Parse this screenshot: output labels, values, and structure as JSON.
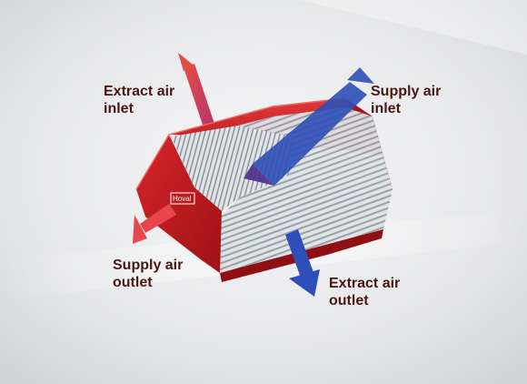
{
  "labels": {
    "extract_inlet": [
      "Extract air",
      "inlet"
    ],
    "supply_inlet": [
      "Supply air",
      "inlet"
    ],
    "supply_outlet": [
      "Supply air",
      "outlet"
    ],
    "extract_outlet": [
      "Extract air",
      "outlet"
    ]
  },
  "unit_logo": "Hoval",
  "colors": {
    "housing": "#c0191b",
    "extract_arrow": "#e8464a",
    "supply_arrow": "#2e4fb8",
    "label_text": "#4a1810"
  }
}
